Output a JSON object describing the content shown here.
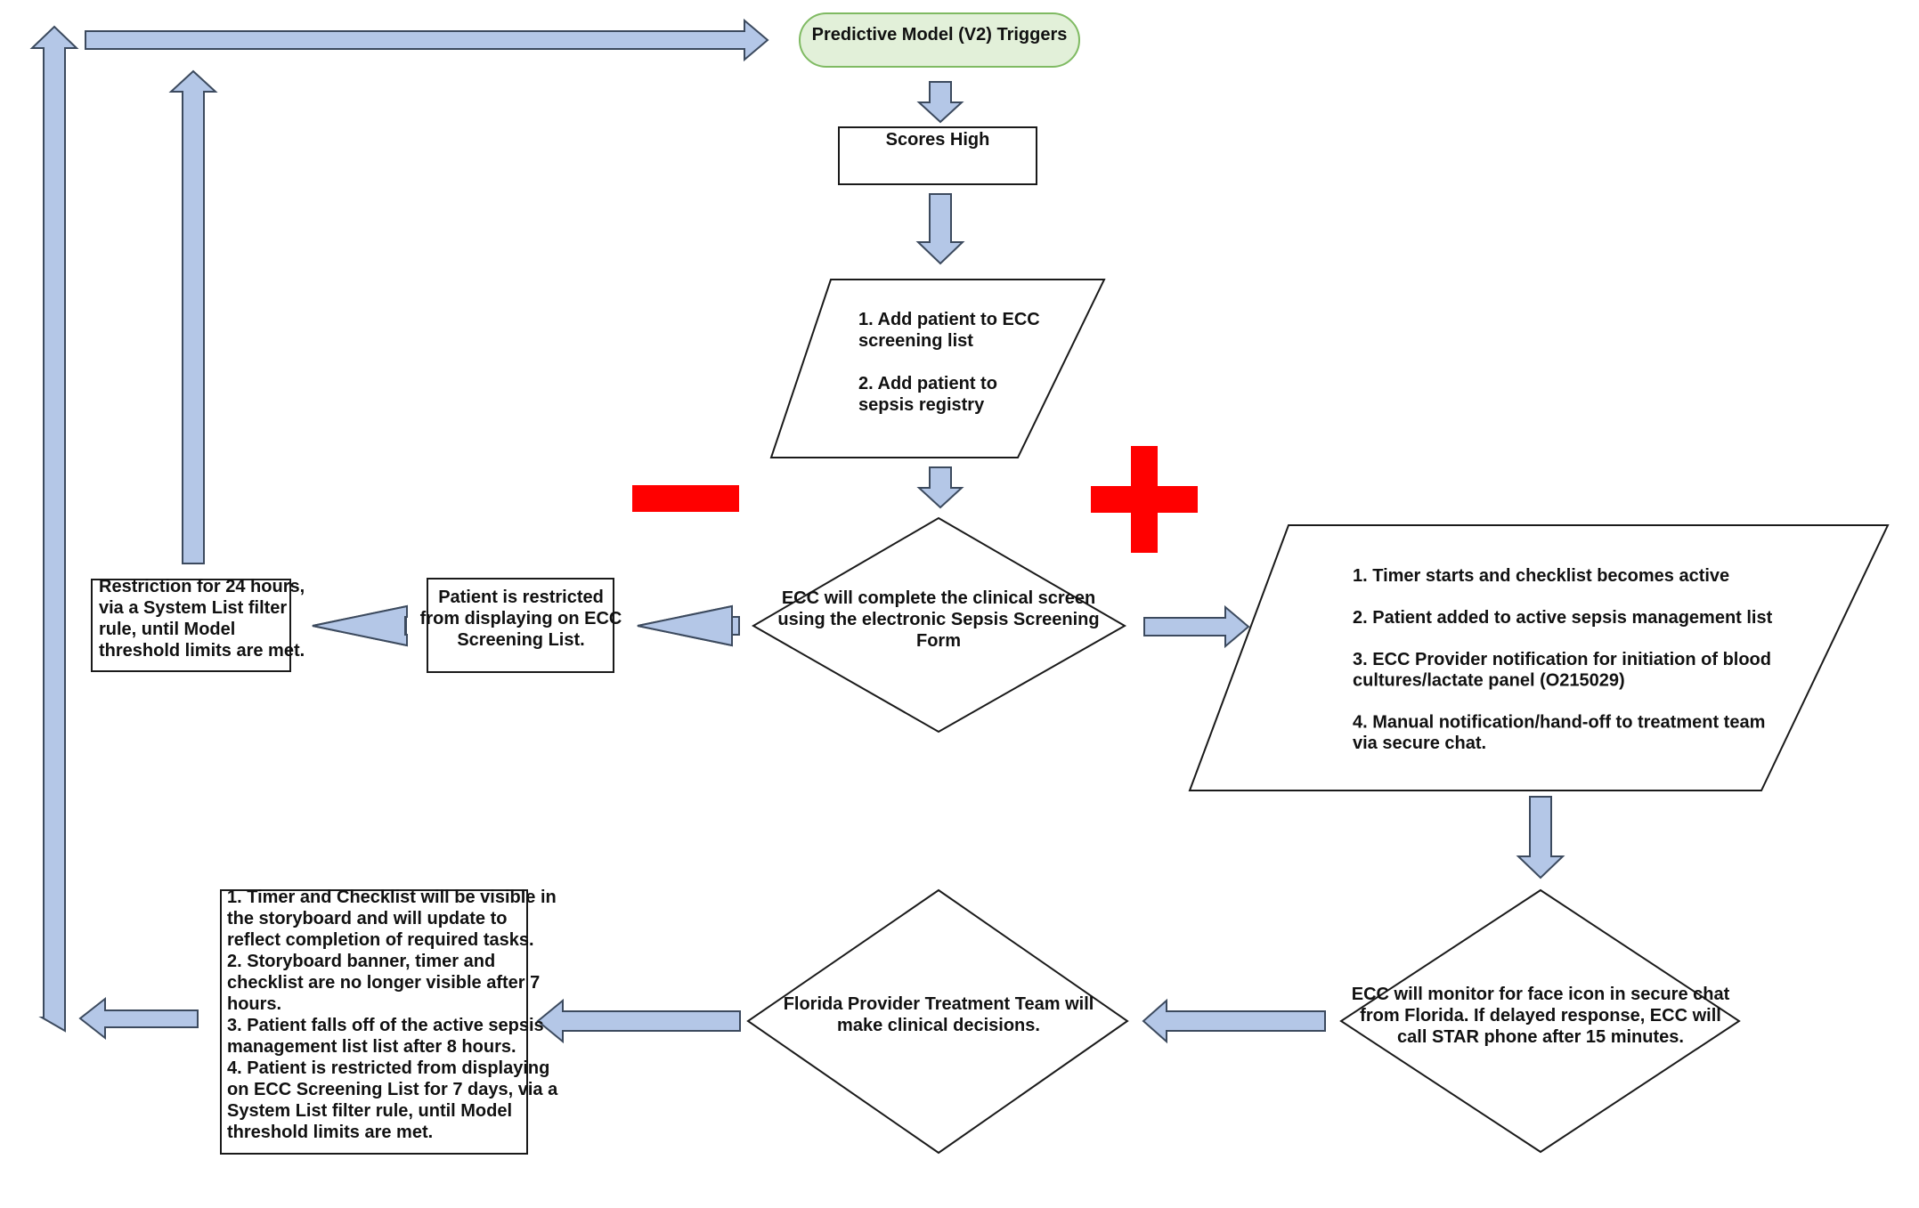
{
  "colors": {
    "arrow_fill": "#b4c7e7",
    "arrow_stroke": "#3c4a5e",
    "terminal_fill": "#e2f0d9",
    "terminal_stroke": "#7fba62",
    "sign_color": "#ff0000"
  },
  "nodes": {
    "start": {
      "lines": [
        "Predictive Model (V2) Triggers"
      ]
    },
    "scores_high": {
      "lines": [
        "Scores High"
      ]
    },
    "add_patient": {
      "lines": [
        "1. Add patient to ECC",
        "screening list",
        "",
        "2. Add patient to",
        "sepsis registry"
      ]
    },
    "clinical_screen": {
      "lines": [
        "ECC will complete the clinical screen",
        "using the electronic Sepsis Screening",
        "Form"
      ]
    },
    "restricted": {
      "lines": [
        "Patient is restricted",
        "from displaying on ECC",
        "Screening List."
      ]
    },
    "restriction_24h": {
      "lines": [
        "Restriction for 24 hours,",
        "via a System List filter",
        "rule, until Model",
        "threshold limits are met."
      ]
    },
    "positive_actions": {
      "lines": [
        "1. Timer starts and checklist becomes active",
        "",
        "2. Patient added to active sepsis management list",
        "",
        "3. ECC Provider notification for initiation of blood",
        "cultures/lactate panel (O215029)",
        "",
        "4. Manual notification/hand-off to treatment team",
        "via secure chat."
      ]
    },
    "monitor": {
      "lines": [
        "ECC will monitor for face icon in secure chat",
        "from Florida. If delayed response, ECC will",
        "call STAR phone after 15 minutes."
      ]
    },
    "florida_team": {
      "lines": [
        "Florida Provider Treatment Team will",
        "make clinical decisions."
      ]
    },
    "final_steps": {
      "lines": [
        "1. Timer and Checklist will be visible in",
        "the storyboard and will update to",
        "reflect completion of required tasks.",
        "2. Storyboard banner, timer and",
        "checklist are no longer visible after 7",
        "hours.",
        "3. Patient falls off of the active sepsis",
        "management list list after 8 hours.",
        "4. Patient is restricted from displaying",
        "on ECC Screening List for 7 days, via a",
        "System List filter rule, until Model",
        "threshold limits are met."
      ]
    }
  },
  "signs": {
    "negative": "minus",
    "positive": "plus"
  }
}
